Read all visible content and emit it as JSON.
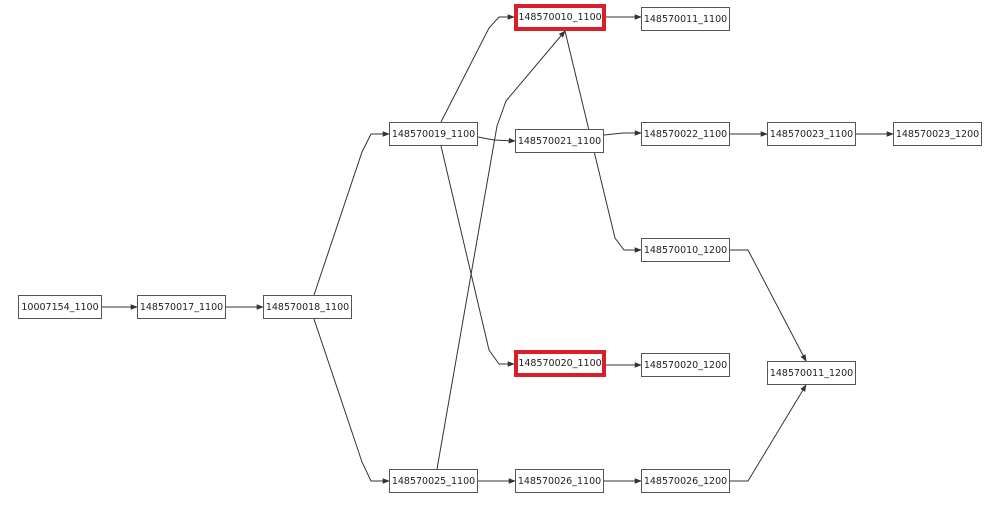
{
  "colors": {
    "edge": "#333333",
    "node_border": "#555555",
    "highlight": "#d9202a"
  },
  "nodes": [
    {
      "id": "n0",
      "label": "10007154_1100"
    },
    {
      "id": "n1",
      "label": "148570017_1100"
    },
    {
      "id": "n2",
      "label": "148570018_1100"
    },
    {
      "id": "n3",
      "label": "148570019_1100"
    },
    {
      "id": "n4",
      "label": "148570025_1100"
    },
    {
      "id": "n5",
      "label": "148570010_1100",
      "highlighted": true
    },
    {
      "id": "n6",
      "label": "148570021_1100"
    },
    {
      "id": "n7",
      "label": "148570020_1100",
      "highlighted": true
    },
    {
      "id": "n8",
      "label": "148570026_1100"
    },
    {
      "id": "n9",
      "label": "148570011_1100"
    },
    {
      "id": "n10",
      "label": "148570022_1100"
    },
    {
      "id": "n11",
      "label": "148570010_1200"
    },
    {
      "id": "n12",
      "label": "148570020_1200"
    },
    {
      "id": "n13",
      "label": "148570026_1200"
    },
    {
      "id": "n14",
      "label": "148570023_1100"
    },
    {
      "id": "n15",
      "label": "148570011_1200"
    },
    {
      "id": "n16",
      "label": "148570023_1200"
    }
  ],
  "edges": [
    [
      "n0",
      "n1"
    ],
    [
      "n1",
      "n2"
    ],
    [
      "n2",
      "n3"
    ],
    [
      "n2",
      "n4"
    ],
    [
      "n3",
      "n5"
    ],
    [
      "n3",
      "n6"
    ],
    [
      "n3",
      "n7"
    ],
    [
      "n4",
      "n5"
    ],
    [
      "n4",
      "n8"
    ],
    [
      "n5",
      "n9"
    ],
    [
      "n5",
      "n11"
    ],
    [
      "n6",
      "n10"
    ],
    [
      "n8",
      "n13"
    ],
    [
      "n7",
      "n12"
    ],
    [
      "n10",
      "n14"
    ],
    [
      "n14",
      "n16"
    ],
    [
      "n11",
      "n15"
    ],
    [
      "n13",
      "n15"
    ]
  ]
}
